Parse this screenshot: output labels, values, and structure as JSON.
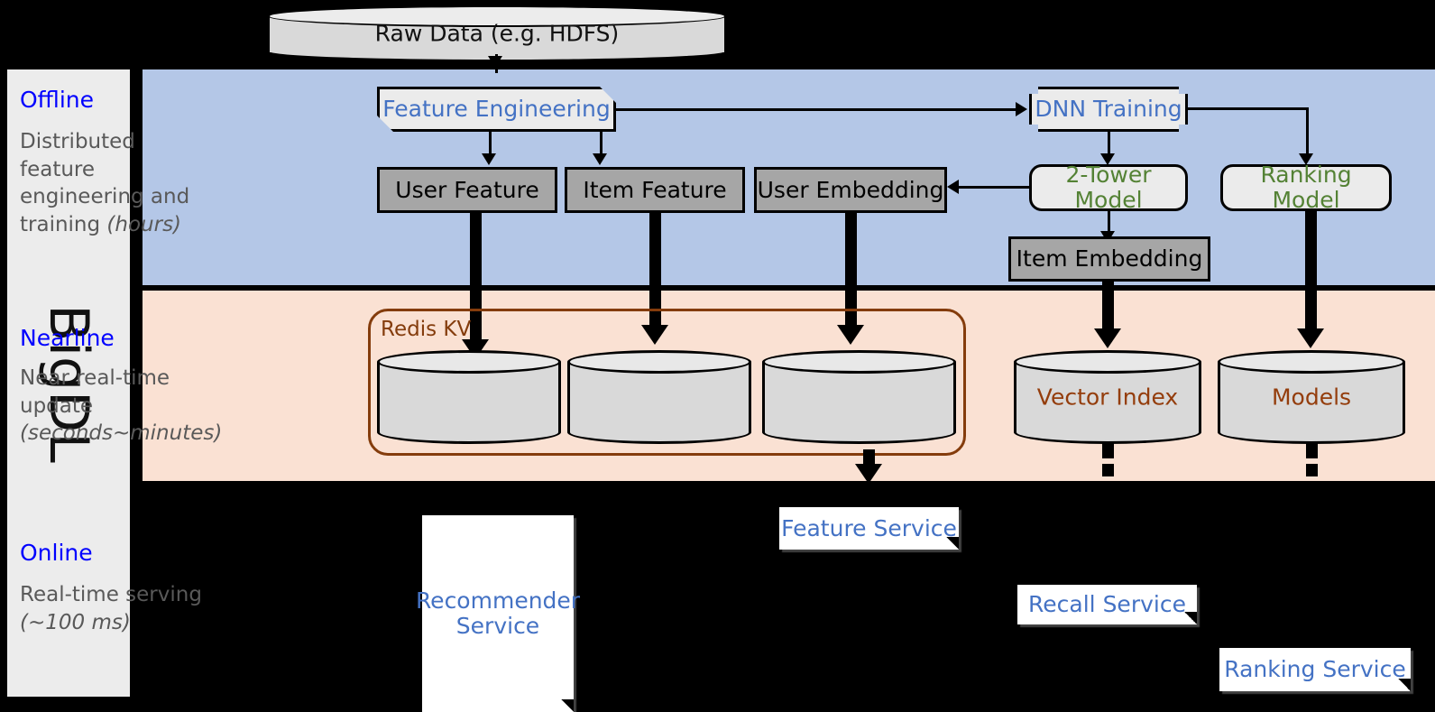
{
  "framework": {
    "name": "BigDL"
  },
  "lanes": [
    {
      "id": "offline",
      "title": "Offline",
      "desc_line1": "Distributed feature engineering and training ",
      "desc_em": "(hours)"
    },
    {
      "id": "nearline",
      "title": "Nearline",
      "desc_line1": "Near real-time update ",
      "desc_em": "(seconds~minutes)"
    },
    {
      "id": "online",
      "title": "Online",
      "desc_line1": "Real-time serving ",
      "desc_em": "(~100 ms)"
    }
  ],
  "source": {
    "label": "Raw Data (e.g. HDFS)"
  },
  "offline": {
    "feature_engineering": "Feature Engineering",
    "dnn_training": "DNN Training",
    "user_feature": "User Feature",
    "item_feature": "Item Feature",
    "user_embedding": "User Embedding",
    "two_tower_model": "2-Tower Model",
    "ranking_model": "Ranking Model",
    "item_embedding": "Item Embedding"
  },
  "nearline": {
    "group_label": "Redis KV",
    "store_user_feature": "",
    "store_item_feature": "",
    "store_user_embedding": "",
    "vector_index": "Vector Index",
    "models": "Models"
  },
  "online": {
    "recommender_service": "Recommender Service",
    "feature_service": "Feature Service",
    "recall_service": "Recall Service",
    "ranking_service": "Ranking Service"
  },
  "colors": {
    "offline_band": "#b4c7e7",
    "nearline_band": "#fae1d3",
    "online_band": "#000000",
    "lane_title": "#0000ff",
    "lane_desc": "#595959",
    "process_text_blue": "#4472c4",
    "process_text_green": "#548235",
    "store_text": "#943d0c",
    "group_border": "#843c0c",
    "data_box_fill": "#a6a6a6",
    "rail_fill": "#ececec"
  }
}
